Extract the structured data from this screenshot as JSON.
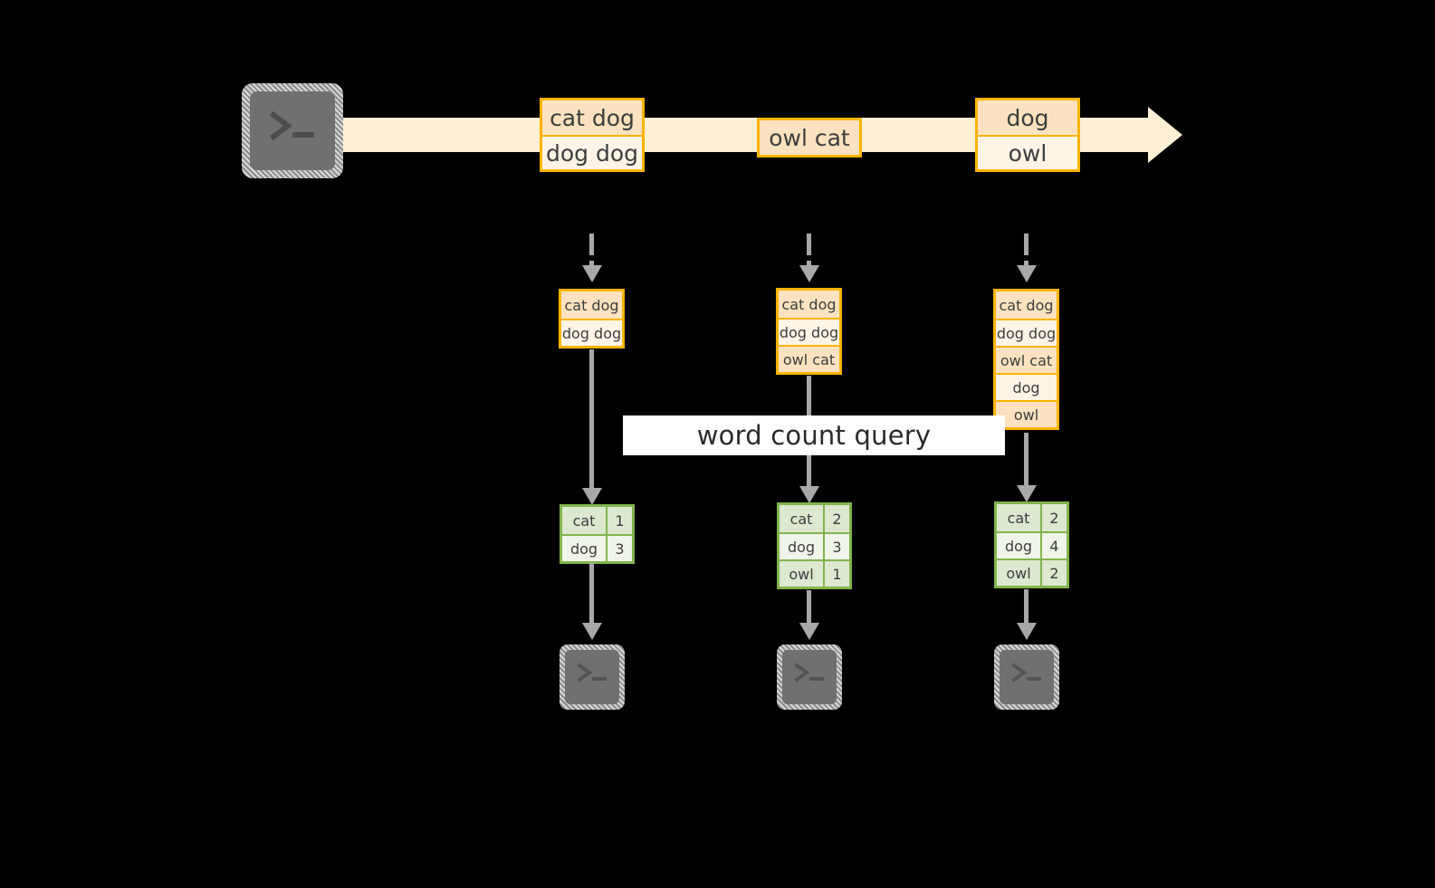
{
  "diagram": {
    "title_banner": "word count query",
    "colors": {
      "background": "#000000",
      "stream_band": "#FEF0D4",
      "record_border": "#FFB400",
      "record_fill_peach": "#FCE2C0",
      "record_fill_cream": "#FFF4E6",
      "result_border": "#82B44C",
      "result_fill_dark": "#DCE8D0",
      "result_fill_light": "#EFF5E9",
      "arrow_gray": "#A8A8A8",
      "terminal_gray": "#707070",
      "banner_white": "#FFFFFF"
    },
    "source": {
      "icon": "terminal-icon",
      "glyph": ">_"
    },
    "stream": {
      "direction": "left-to-right",
      "groups": [
        {
          "rows": [
            "cat dog",
            "dog dog"
          ]
        },
        {
          "rows": [
            "owl cat"
          ]
        },
        {
          "rows": [
            "dog",
            "owl"
          ]
        }
      ]
    },
    "columns": [
      {
        "id": "col-1",
        "accumulated": {
          "rows": [
            "cat dog",
            "dog dog"
          ]
        },
        "result": {
          "rows": [
            {
              "word": "cat",
              "count": "1"
            },
            {
              "word": "dog",
              "count": "3"
            }
          ]
        },
        "sink": {
          "icon": "terminal-icon",
          "glyph": ">_"
        }
      },
      {
        "id": "col-2",
        "accumulated": {
          "rows": [
            "cat dog",
            "dog dog",
            "owl cat"
          ]
        },
        "result": {
          "rows": [
            {
              "word": "cat",
              "count": "2"
            },
            {
              "word": "dog",
              "count": "3"
            },
            {
              "word": "owl",
              "count": "1"
            }
          ]
        },
        "sink": {
          "icon": "terminal-icon",
          "glyph": ">_"
        }
      },
      {
        "id": "col-3",
        "accumulated": {
          "rows": [
            "cat dog",
            "dog dog",
            "owl cat",
            "dog",
            "owl"
          ]
        },
        "result": {
          "rows": [
            {
              "word": "cat",
              "count": "2"
            },
            {
              "word": "dog",
              "count": "4"
            },
            {
              "word": "owl",
              "count": "2"
            }
          ]
        },
        "sink": {
          "icon": "terminal-icon",
          "glyph": ">_"
        }
      }
    ]
  }
}
